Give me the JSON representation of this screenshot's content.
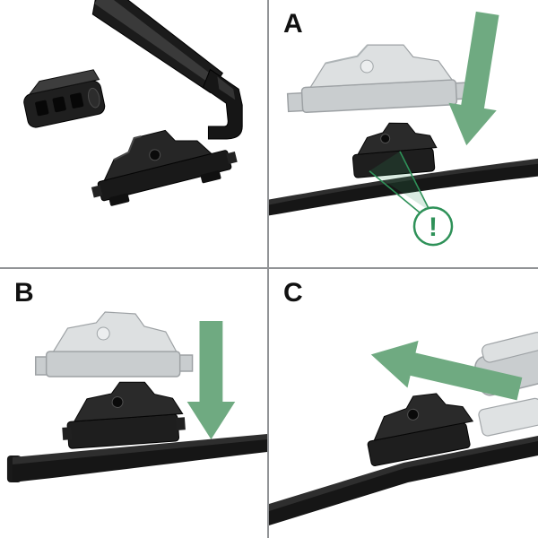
{
  "panels": {
    "a": {
      "label": "A"
    },
    "b": {
      "label": "B"
    },
    "c": {
      "label": "C"
    }
  },
  "annotation": {
    "exclamation": "!"
  },
  "colors": {
    "background": "#ffffff",
    "divider": "#919396",
    "label": "#111111",
    "arrow_green": "#6faa81",
    "callout_green": "#2e9158",
    "blade_black": "#161616",
    "blade_highlight": "#2e2e2e",
    "ghost_gray": "#c7cbcd",
    "ghost_gray_edge": "#989da0",
    "ghost_gray_light": "#dcdfe0"
  }
}
